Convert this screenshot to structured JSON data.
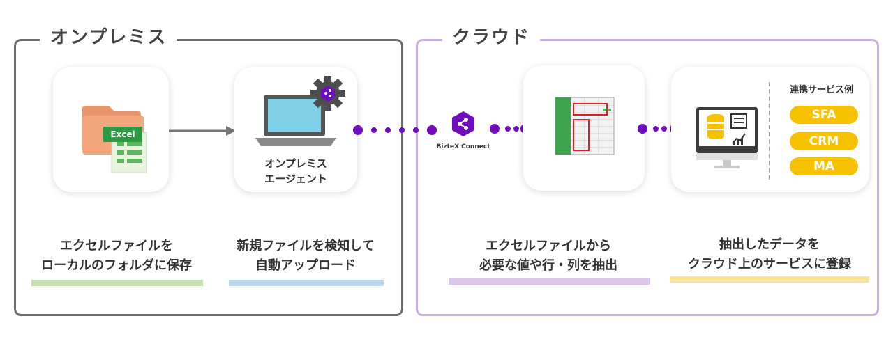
{
  "onprem": {
    "title": "オンプレミス"
  },
  "cloud": {
    "title": "クラウド"
  },
  "excel_icon": {
    "badge": "Excel"
  },
  "agent": {
    "label_line1": "オンプレミス",
    "label_line2": "エージェント"
  },
  "connector": {
    "label": "BizteX Connect"
  },
  "services": {
    "title": "連携サービス例",
    "items": [
      "SFA",
      "CRM",
      "MA"
    ]
  },
  "steps": [
    {
      "line1": "エクセルファイルを",
      "line2": "ローカルのフォルダに保存",
      "bar_color": "#c6e0b4"
    },
    {
      "line1": "新規ファイルを検知して",
      "line2": "自動アップロード",
      "bar_color": "#bdd7ee"
    },
    {
      "line1": "エクセルファイルから",
      "line2": "必要な値や行・列を抽出",
      "bar_color": "#dcc6ec"
    },
    {
      "line1": "抽出したデータを",
      "line2": "クラウド上のサービスに登録",
      "bar_color": "#fbe49a"
    }
  ],
  "colors": {
    "onprem_border": "#6e6e6e",
    "cloud_border": "#c7b0dd",
    "dot": "#6f0cbe",
    "service_pill": "#f6c200"
  }
}
